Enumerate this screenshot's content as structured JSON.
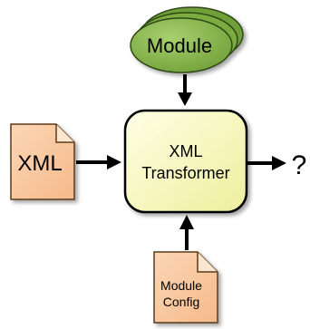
{
  "diagram": {
    "module": {
      "label": "Module",
      "color": "#86b948"
    },
    "xml_input": {
      "label": "XML",
      "color": "#f9c9a0"
    },
    "transformer": {
      "line1": "XML",
      "line2": "Transformer",
      "color": "#fbfbbd"
    },
    "output": {
      "label": "?"
    },
    "module_config": {
      "line1": "Module",
      "line2": "Config",
      "color": "#f9c9a0"
    }
  }
}
